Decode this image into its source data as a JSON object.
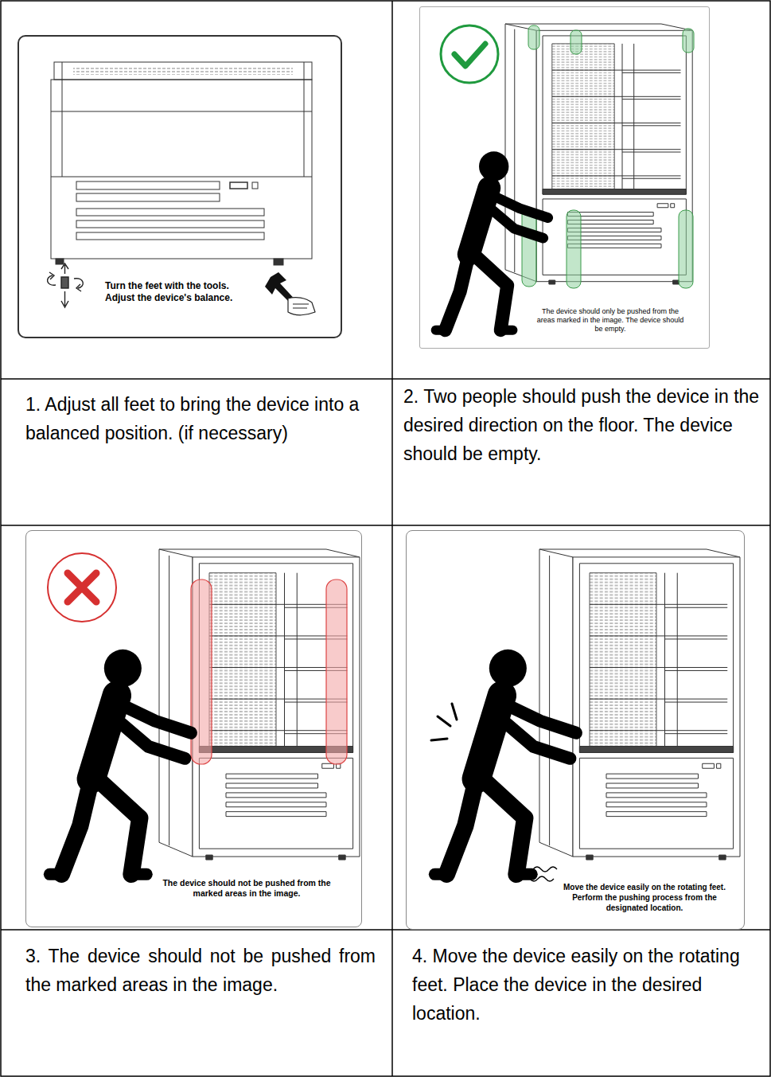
{
  "diagram": {
    "nodes": [
      {
        "text": [
          "Turn the feet with the tools. Adjust the device's balance."
        ]
      },
      {
        "text": [
          "The device should only be pushed from the areas marked in the image. The device should be empty."
        ]
      },
      {
        "text": [
          "1. Adjust all feet to bring the device into a balanced position. (if necessary)"
        ]
      },
      {
        "text": [
          "2. Two people should push the device in the desired direction on the floor. The device should be empty."
        ]
      },
      {
        "text": [
          "The device should not be pushed from the marked areas in the image."
        ]
      },
      {
        "text": [
          "Move the device easily on the rotating feet. Perform the pushing process from the designated location."
        ]
      },
      {
        "text": [
          "3. The device should not be pushed from the marked areas in the image."
        ]
      },
      {
        "text": [
          "4. Move the device easily on the rotating feet. Place the device in the desired location."
        ]
      }
    ]
  }
}
